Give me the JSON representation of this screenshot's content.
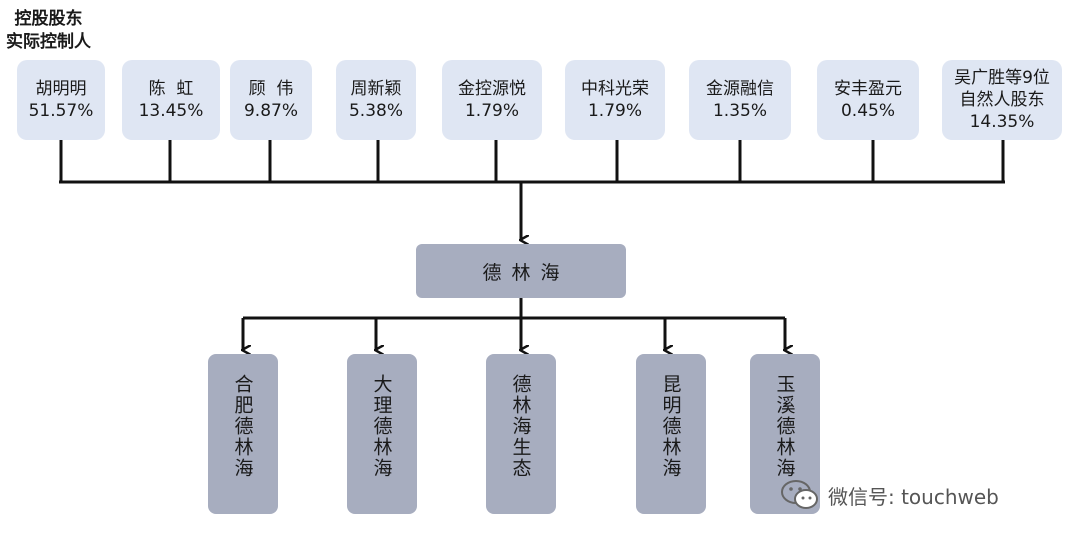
{
  "header": {
    "line1": "控股股东",
    "line2": "实际控制人"
  },
  "shareholders": [
    {
      "name": "胡明明",
      "pct": "51.57%"
    },
    {
      "name": "陈  虹",
      "pct": "13.45%"
    },
    {
      "name": "顾  伟",
      "pct": "9.87%"
    },
    {
      "name": "周新颖",
      "pct": "5.38%"
    },
    {
      "name": "金控源悦",
      "pct": "1.79%"
    },
    {
      "name": "中科光荣",
      "pct": "1.79%"
    },
    {
      "name": "金源融信",
      "pct": "1.35%"
    },
    {
      "name": "安丰盈元",
      "pct": "0.45%"
    },
    {
      "name": "吴广胜等9位",
      "name2": "自然人股东",
      "pct": "14.35%"
    }
  ],
  "company": {
    "name": "德林海"
  },
  "subsidiaries": [
    {
      "name": "合肥德林海"
    },
    {
      "name": "大理德林海"
    },
    {
      "name": "德林海生态"
    },
    {
      "name": "昆明德林海"
    },
    {
      "name": "玉溪德林海"
    }
  ],
  "watermark": {
    "text": "微信号: touchweb",
    "icon": "wechat-icon"
  },
  "colors": {
    "shareholder_box": "#dfe6f3",
    "company_box": "#a7adbf",
    "line": "#111111"
  }
}
